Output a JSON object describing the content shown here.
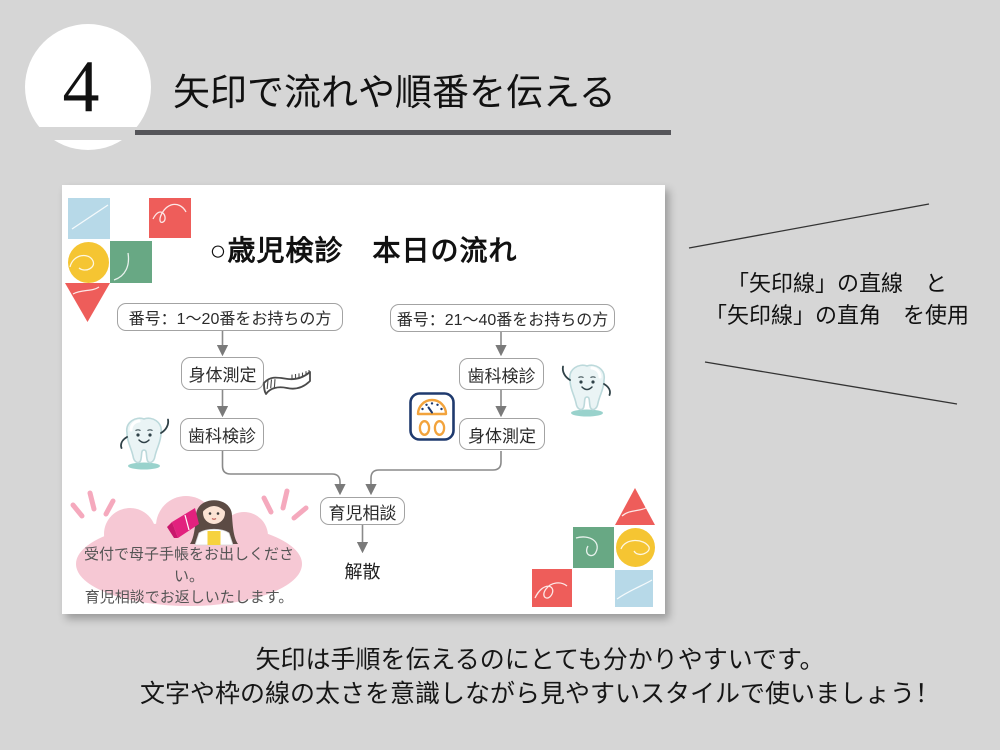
{
  "header": {
    "number": "4",
    "title": "矢印で流れや順番を伝える"
  },
  "card": {
    "title": "○歳児検診　本日の流れ",
    "left_flow": {
      "entry": "番号：1～20番をお持ちの方",
      "step1": "身体測定",
      "step2": "歯科検診"
    },
    "right_flow": {
      "entry": "番号：21～40番をお持ちの方",
      "step1": "歯科検診",
      "step2": "身体測定"
    },
    "merge_step": "育児相談",
    "final_step": "解散",
    "note": {
      "line1": "受付で母子手帳をお出しください。",
      "line2": "育児相談でお返しいたします。"
    }
  },
  "annotation": {
    "line1": "「矢印線」の直線　と",
    "line2": "「矢印線」の直角　を使用"
  },
  "caption": {
    "line1": "矢印は手順を伝えるのにとても分かりやすいです。",
    "line2": "文字や枠の線の太さを意識しながら見やすいスタイルで使いましょう！"
  },
  "icons": {
    "left_step1": "measuring-tape-icon",
    "left_step2": "tooth-character-icon",
    "right_step1": "tooth-character-icon",
    "right_step2": "weight-scale-icon",
    "note": "nurse-with-book-illustration",
    "decorations": "toy-building-blocks"
  },
  "colors": {
    "background": "#d6d6d6",
    "underline": "#56565a",
    "card": "#ffffff",
    "block_red": "#ee5d5a",
    "block_blue": "#b7d9e8",
    "block_yellow": "#f5c532",
    "block_green": "#68a884",
    "cloud_pink": "#f6c8d4",
    "book_magenta": "#e2217e",
    "scale_navy": "#1f3a6e",
    "scale_orange": "#f2a33c",
    "connector_gray": "#7a7a7a"
  }
}
